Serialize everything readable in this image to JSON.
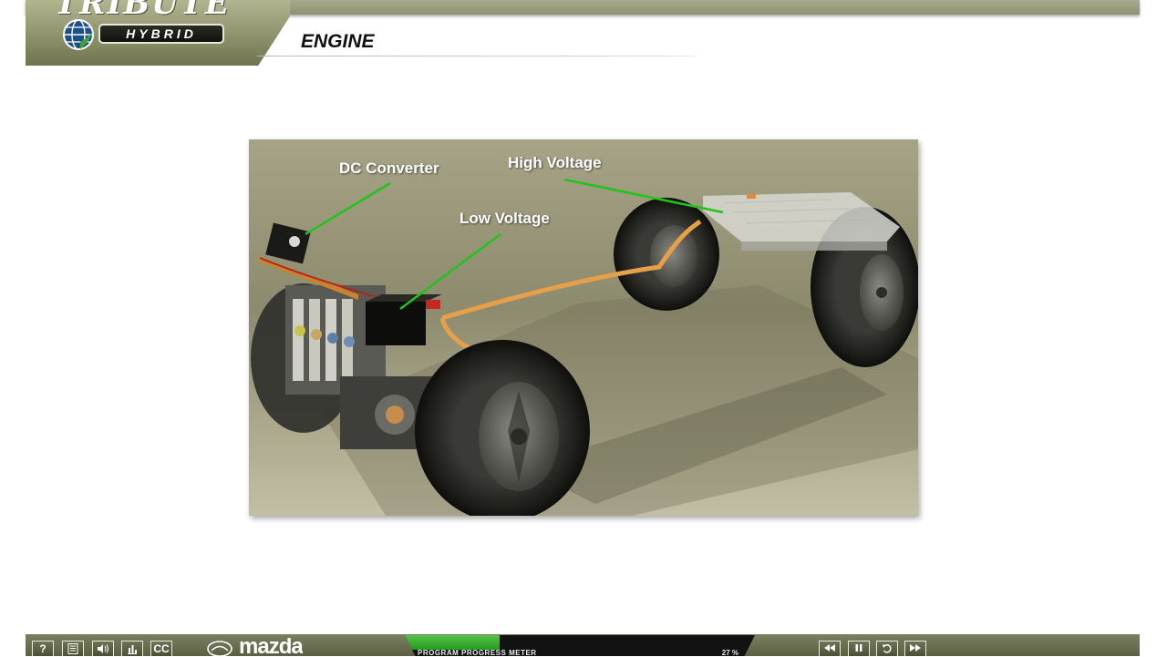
{
  "header": {
    "logo_text": "TRIBUTE",
    "badge": "HYBRID",
    "title": "ENGINE",
    "icons": {
      "logo": "globe-icon"
    }
  },
  "diagram": {
    "callouts": {
      "dc_converter": "DC Converter",
      "high_voltage": "High Voltage",
      "low_voltage": "Low Voltage"
    },
    "leader_color": "#22c41c",
    "cable_color": "#e8a048"
  },
  "toolbar": {
    "buttons": {
      "help": "?",
      "transcript": "transcript-icon",
      "audio": "speaker-icon",
      "chart": "chart-icon",
      "cc": "CC"
    },
    "brand": "mazda",
    "progress_label": "PROGRAM PROGRESS METER",
    "progress_percent": "27 %",
    "progress_value": 0.27,
    "controls": [
      "rewind-icon",
      "pause-icon",
      "replay-icon",
      "fast-forward-icon"
    ]
  },
  "colors": {
    "chrome": "#8f9374",
    "chrome_dark": "#5c6043",
    "progress": "#3cae2c"
  }
}
